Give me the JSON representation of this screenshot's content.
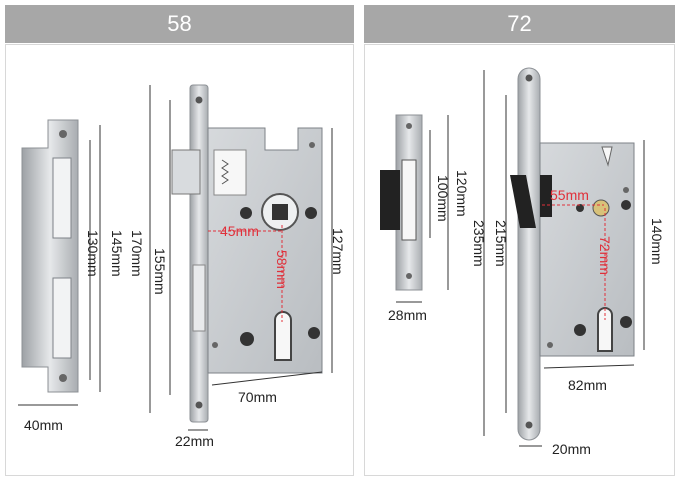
{
  "panels": [
    {
      "title": "58",
      "dims": {
        "strike_width": "40mm",
        "strike_h1": "130mm",
        "strike_h2": "145mm",
        "face_h": "170mm",
        "case_h": "155mm",
        "backset": "45mm",
        "centers": "58mm",
        "case_height": "127mm",
        "case_width": "70mm",
        "face_width": "22mm"
      }
    },
    {
      "title": "72",
      "dims": {
        "strike_h1": "120mm",
        "strike_h2": "100mm",
        "strike_width": "28mm",
        "face_h": "235mm",
        "case_h": "215mm",
        "backset": "55mm",
        "centers": "72mm",
        "case_height": "140mm",
        "case_width": "82mm",
        "face_width": "20mm"
      }
    }
  ],
  "colors": {
    "header_bg": "#a7a7a7",
    "dim_red": "#e0303a",
    "steel": "#c9cccf"
  }
}
